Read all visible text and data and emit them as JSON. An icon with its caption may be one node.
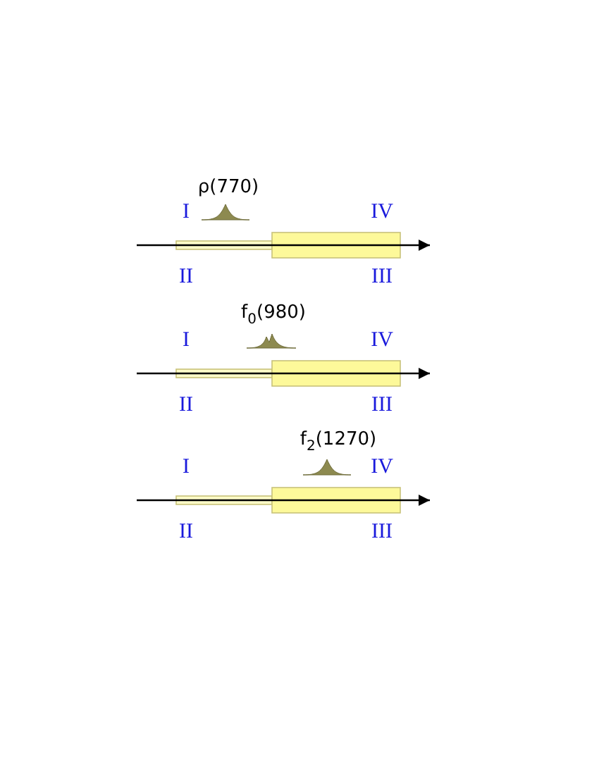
{
  "diagram": {
    "labels": [
      "ρ(770)",
      "I",
      "IV",
      "II",
      "III",
      "f$_{0}$(980)",
      "I",
      "IV",
      "II",
      "III",
      "f$_{2}$(1270)",
      "I",
      "IV",
      "II",
      "III"
    ]
  }
}
